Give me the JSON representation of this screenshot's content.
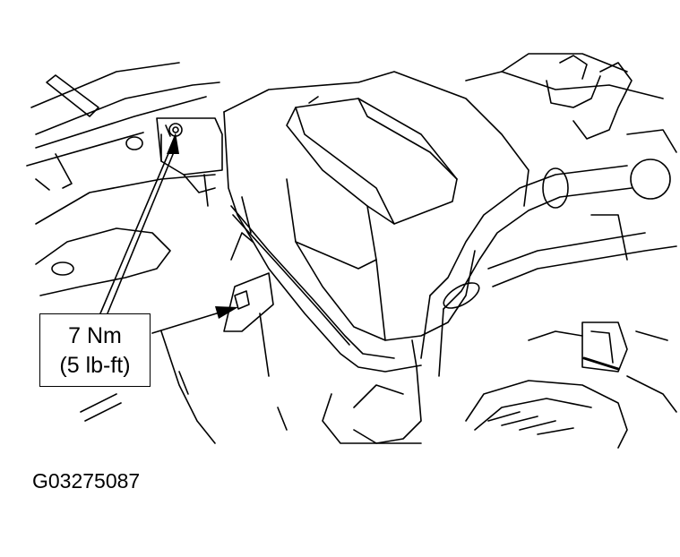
{
  "callout": {
    "torque_nm": "7 Nm",
    "torque_lbft": "(5 lb-ft)"
  },
  "figure_id": "G03275087",
  "colors": {
    "line": "#000000",
    "background": "#ffffff"
  }
}
